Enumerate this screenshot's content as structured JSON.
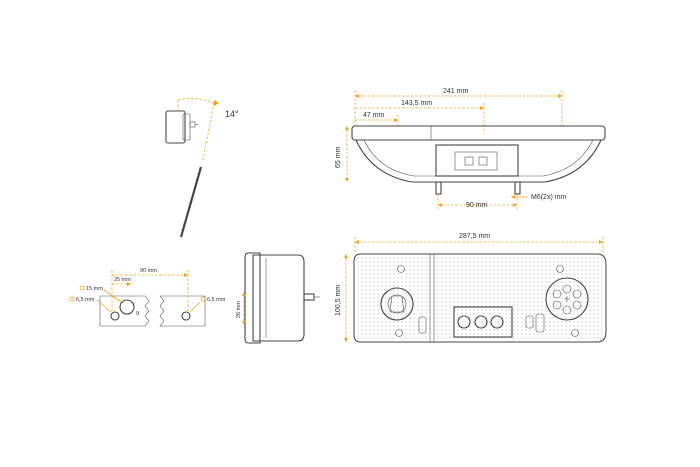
{
  "colors": {
    "dimension_line": "#f0a21c",
    "outline": "#444444",
    "label_text": "#333333",
    "background": "#ffffff"
  },
  "side_view": {
    "tilt_angle": "14°"
  },
  "front_view": {
    "width_total": "241 mm",
    "width_mid": "143,5 mm",
    "width_left": "47 mm",
    "height": "65 mm",
    "stud_spacing": "90 mm",
    "stud_thread": "M6(2x) mm"
  },
  "mounting_detail": {
    "stud_spacing": "90 mm",
    "hole_offset": "25 mm",
    "hole_diameter_large": "15 mm",
    "hole_diameter_left": "6,5 mm",
    "hole_diameter_right": "6,5 mm"
  },
  "depth_view": {
    "depth": "26 mm"
  },
  "top_view": {
    "length": "287,5 mm",
    "height": "100,5 mm"
  }
}
